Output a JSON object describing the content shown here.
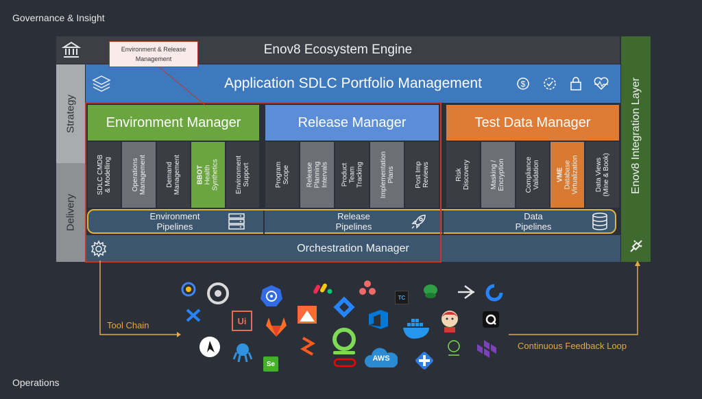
{
  "corners": {
    "top_left": "Governance & Insight",
    "bottom_left": "Operations"
  },
  "engine": {
    "title": "Enov8 Ecosystem Engine"
  },
  "callout": {
    "line1": "Environment & Release",
    "line2": "Management"
  },
  "left_column": {
    "strategy": "Strategy",
    "delivery": "Delivery"
  },
  "integration": {
    "title": "Enov8 Integration Layer"
  },
  "sdlc": {
    "title": "Application SDLC Portfolio Management"
  },
  "managers": {
    "environment": {
      "title": "Environment Manager",
      "color": "#6aa53f",
      "subs": [
        {
          "lines": [
            "SDLC CMDB",
            "& Modelling"
          ]
        },
        {
          "lines": [
            "Operations",
            "Management"
          ]
        },
        {
          "lines": [
            "Demand",
            "Management"
          ]
        },
        {
          "lines": [
            "BBOT",
            "Health",
            "Synthetics"
          ]
        },
        {
          "lines": [
            "Environment",
            "Support"
          ]
        }
      ]
    },
    "release": {
      "title": "Release Manager",
      "color": "#5b8ed6",
      "subs": [
        {
          "lines": [
            "Program",
            "Scope"
          ]
        },
        {
          "lines": [
            "Release",
            "Planning",
            "Intervals"
          ]
        },
        {
          "lines": [
            "Product",
            "Team",
            "Tracking"
          ]
        },
        {
          "lines": [
            "Implementation",
            "Plans"
          ]
        },
        {
          "lines": [
            "Post Imp",
            "Reviews"
          ]
        }
      ]
    },
    "testdata": {
      "title": "Test Data Manager",
      "color": "#e07b35",
      "subs": [
        {
          "lines": [
            "Risk",
            "Discovery"
          ]
        },
        {
          "lines": [
            "Masking /",
            "Encryption"
          ]
        },
        {
          "lines": [
            "Compliance",
            "Validation"
          ]
        },
        {
          "lines": [
            "VME",
            "Database",
            "Virtualization"
          ]
        },
        {
          "lines": [
            "Data Views",
            "(Mine & Book)"
          ]
        }
      ]
    }
  },
  "pipelines": {
    "environment": {
      "line1": "Environment",
      "line2": "Pipelines"
    },
    "release": {
      "line1": "Release",
      "line2": "Pipelines"
    },
    "data": {
      "line1": "Data",
      "line2": "Pipelines"
    }
  },
  "orchestration": {
    "title": "Orchestration Manager"
  },
  "toolchain": {
    "label": "Tool Chain"
  },
  "feedback": {
    "label": "Continuous Feedback Loop"
  },
  "logos": {
    "uipath": "Ui",
    "selenium": "Se",
    "aws": "AWS",
    "tc": "TC"
  },
  "icons": [
    "bank-icon",
    "layers-icon",
    "dollar-icon",
    "badge-icon",
    "lock-icon",
    "heart-icon",
    "gear-icon",
    "plug-icon",
    "server-icon",
    "rocket-icon",
    "database-icon"
  ]
}
